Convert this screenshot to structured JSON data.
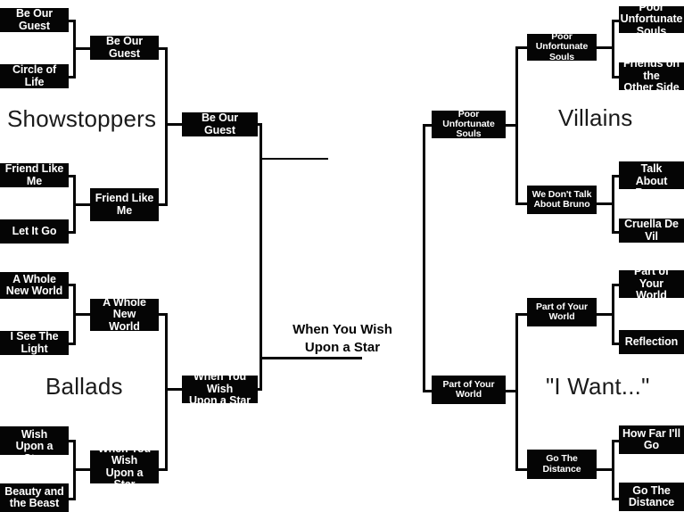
{
  "regions": {
    "top_left": {
      "title": "Showstoppers"
    },
    "bottom_left": {
      "title": "Ballads"
    },
    "top_right": {
      "title": "Villains"
    },
    "bottom_right": {
      "title": "\"I Want...\""
    }
  },
  "champion": {
    "label": "When You Wish\nUpon a Star"
  },
  "matches": {
    "left": {
      "round1": [
        {
          "label": "Be Our Guest"
        },
        {
          "label": "Circle of Life"
        },
        {
          "label": "Friend Like Me"
        },
        {
          "label": "Let It Go"
        },
        {
          "label": "A Whole\nNew World"
        },
        {
          "label": "I See The Light"
        },
        {
          "label": "When You Wish\nUpon a Star"
        },
        {
          "label": "Beauty and\nthe Beast"
        }
      ],
      "round2": [
        {
          "label": "Be Our Guest"
        },
        {
          "label": "Friend Like\nMe"
        },
        {
          "label": "A Whole New\nWorld"
        },
        {
          "label": "When You Wish\nUpon a Star"
        }
      ],
      "semifinals": [
        {
          "label": "Be Our Guest"
        },
        {
          "label": "When You Wish\nUpon a Star"
        }
      ]
    },
    "right": {
      "round1": [
        {
          "label": "Poor Unfortunate\nSouls"
        },
        {
          "label": "Friends on the\nOther Side"
        },
        {
          "label": "We Don't Talk\nAbout Bruno"
        },
        {
          "label": "Cruella De Vil"
        },
        {
          "label": "Part of Your\nWorld"
        },
        {
          "label": "Reflection"
        },
        {
          "label": "How Far I'll\nGo"
        },
        {
          "label": "Go The\nDistance"
        }
      ],
      "round2": [
        {
          "label": "Poor Unfortunate\nSouls"
        },
        {
          "label": "We Don't Talk\nAbout Bruno"
        },
        {
          "label": "Part of Your\nWorld"
        },
        {
          "label": "Go The\nDistance"
        }
      ],
      "semifinals": [
        {
          "label": "Poor Unfortunate\nSouls"
        },
        {
          "label": "Part of Your\nWorld"
        }
      ]
    }
  },
  "colors": {
    "box_fill": "#050505",
    "box_text": "#ffffff",
    "line": "#050505",
    "background": "#ffffff",
    "title_text": "#1a1a1a"
  }
}
